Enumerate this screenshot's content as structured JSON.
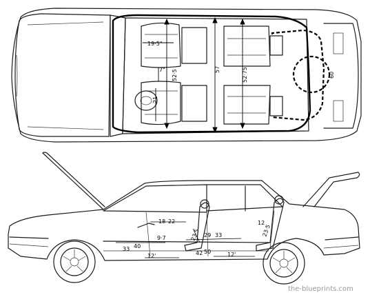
{
  "top_view": {
    "dimensions": {
      "seat_width": "19·5\"",
      "front_seat_depth": "7\"",
      "front_headroom_span": "52·5",
      "front_legroom": "21",
      "interior_length": "57",
      "rear_headroom_span": "52·75",
      "boot_depth": "60"
    }
  },
  "side_view": {
    "dimensions": {
      "front_seat_height": "18",
      "front_seat_back": "22",
      "front_cushion": "9·7",
      "front_leg": "33",
      "front_knee": "40",
      "front_floor": "12'",
      "front_backrest": "23·5",
      "rear_hip": "29",
      "rear_shoulder": "33",
      "rear_leg": "42",
      "rear_knee": "50",
      "rear_backrest": "23·5",
      "rear_cushion": "12",
      "rear_floor": "12'"
    }
  },
  "watermark": "the-blueprints.com"
}
